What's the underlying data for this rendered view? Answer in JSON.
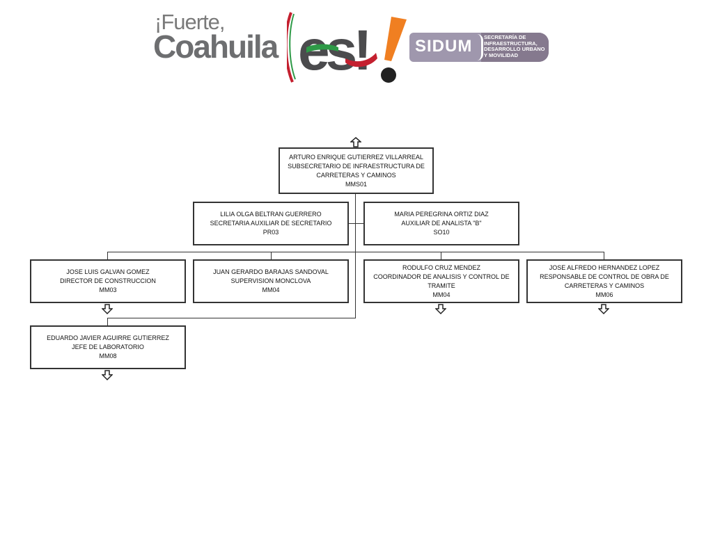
{
  "header": {
    "logo_top": "¡Fuerte,",
    "logo_bottom": "Coahuila",
    "logo_es": "es!",
    "sidum_name": "SIDUM",
    "sidum_lines": [
      "SECRETARÍA DE",
      "INFRAESTRUCTURA,",
      "DESARROLLO URBANO",
      "Y MOVILIDAD"
    ]
  },
  "colors": {
    "grey": "#6d6e70",
    "green": "#2e9a47",
    "red": "#c4202f",
    "orange": "#f07f21",
    "purple": "#9f97ad"
  },
  "icons": {
    "up": "arrow-up-icon",
    "down": "arrow-down-icon"
  },
  "org": {
    "head": {
      "name": "ARTURO ENRIQUE GUTIERREZ VILLARREAL",
      "title": "SUBSECRETARIO DE INFRAESTRUCTURA DE CARRETERAS Y CAMINOS",
      "code": "MMS01"
    },
    "assistant_left": {
      "name": "LILIA OLGA BELTRAN GUERRERO",
      "title": "SECRETARIA AUXILIAR DE SECRETARIO",
      "code": "PR03"
    },
    "assistant_right": {
      "name": "MARIA PEREGRINA ORTIZ DIAZ",
      "title": "AUXILIAR DE ANALISTA \"B\"",
      "code": "SO10"
    },
    "r1": {
      "name": "JOSE LUIS GALVAN GOMEZ",
      "title": "DIRECTOR DE CONSTRUCCION",
      "code": "MM03"
    },
    "r2": {
      "name": "JUAN GERARDO BARAJAS SANDOVAL",
      "title": "SUPERVISION MONCLOVA",
      "code": "MM04"
    },
    "r3": {
      "name": "RODULFO CRUZ MENDEZ",
      "title": "COORDINADOR DE ANALISIS Y CONTROL DE TRAMITE",
      "code": "MM04"
    },
    "r4": {
      "name": "JOSE ALFREDO HERNANDEZ LOPEZ",
      "title": "RESPONSABLE DE CONTROL DE OBRA DE CARRETERAS Y CAMINOS",
      "code": "MM06"
    },
    "r5": {
      "name": "EDUARDO JAVIER AGUIRRE GUTIERREZ",
      "title": "JEFE DE LABORATORIO",
      "code": "MM08"
    }
  }
}
